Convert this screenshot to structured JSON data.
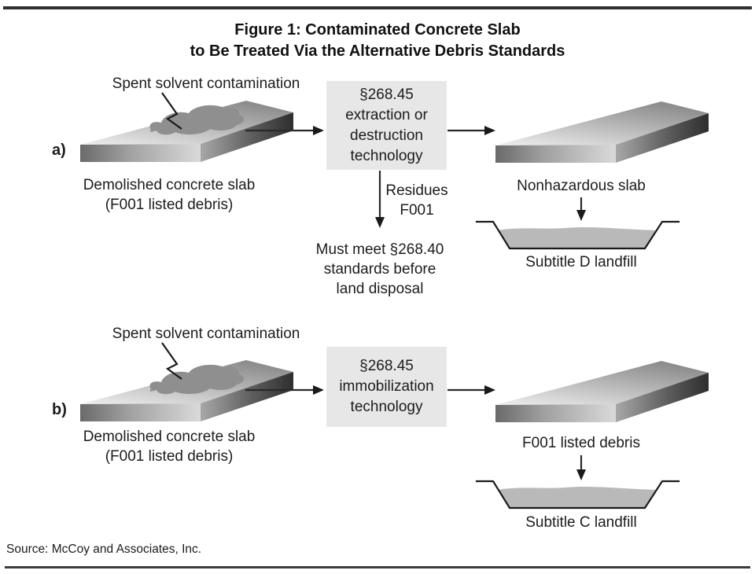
{
  "figure": {
    "title_line1": "Figure 1: Contaminated Concrete Slab",
    "title_line2": "to Be Treated Via the Alternative Debris Standards",
    "source": "Source: McCoy and Associates, Inc."
  },
  "colors": {
    "process_box_bg": "#e7e7e7",
    "landfill_fill": "#b9b9b9",
    "contamination_blob": "#8f8f8f",
    "rule": "#303030",
    "text": "#1c1c1c"
  },
  "section_a": {
    "label": "a)",
    "contamination_label": "Spent solvent contamination",
    "input_caption_line1": "Demolished concrete slab",
    "input_caption_line2": "(F001 listed debris)",
    "process_box_lines": [
      "§268.45",
      "extraction or",
      "destruction",
      "technology"
    ],
    "residue_line1": "Residues",
    "residue_line2": "F001",
    "residue_note_lines": [
      "Must meet §268.40",
      "standards before",
      "land disposal"
    ],
    "output_caption": "Nonhazardous slab",
    "landfill_caption": "Subtitle D landfill"
  },
  "section_b": {
    "label": "b)",
    "contamination_label": "Spent solvent contamination",
    "input_caption_line1": "Demolished concrete slab",
    "input_caption_line2": "(F001 listed debris)",
    "process_box_lines": [
      "§268.45",
      "immobilization",
      "technology"
    ],
    "output_caption": "F001 listed debris",
    "landfill_caption": "Subtitle C landfill"
  }
}
